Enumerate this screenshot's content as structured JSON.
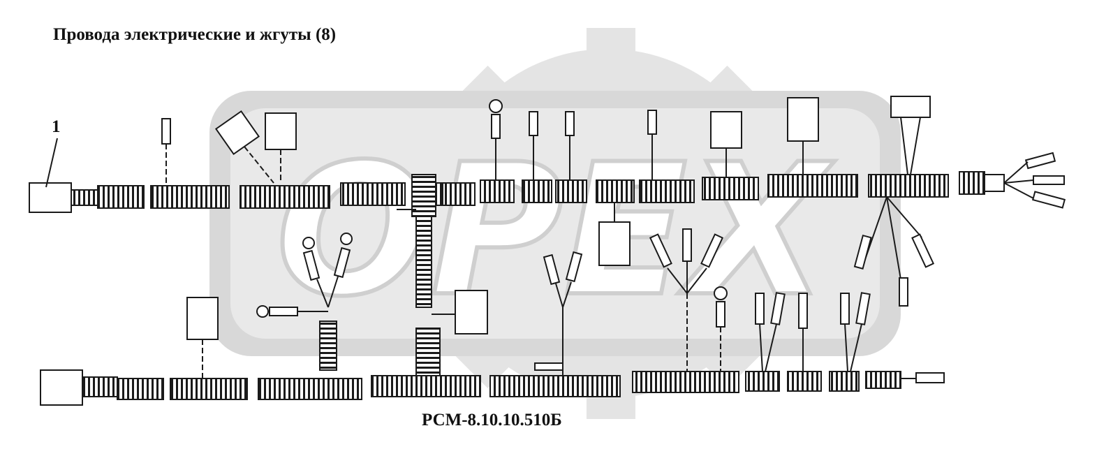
{
  "title": "Провода электрические и жгуты (8)",
  "part_code": "РСМ-8.10.10.510Б",
  "callout": "1",
  "watermark": {
    "text": "OPEX",
    "color": "#d6d6d6"
  },
  "colors": {
    "line": "#1a1a1a",
    "fill": "#ffffff"
  }
}
